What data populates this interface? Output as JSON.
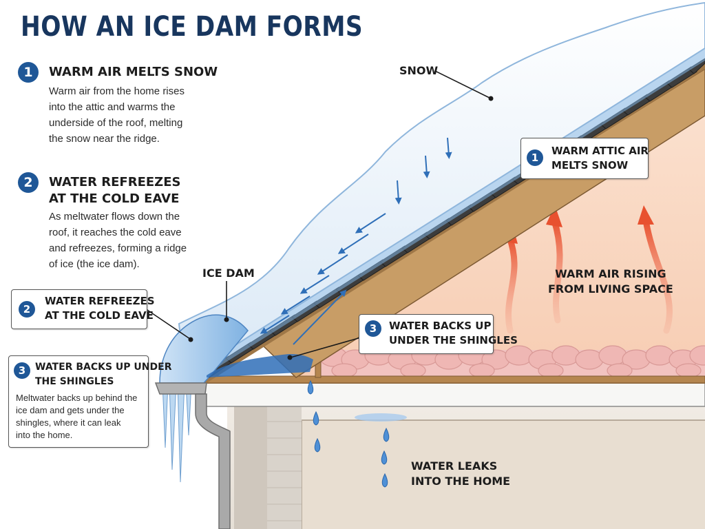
{
  "title": "HOW AN ICE DAM FORMS",
  "steps": [
    {
      "number": "1",
      "heading": [
        "WARM AIR MELTS SNOW"
      ],
      "body": [
        "Warm air from the home rises",
        "into the attic and warms the",
        "underside of the roof, melting",
        "the snow near the ridge."
      ]
    },
    {
      "number": "2",
      "heading": [
        "WATER REFREEZES",
        "AT THE COLD EAVE"
      ],
      "body": [
        "As meltwater flows down the",
        "roof, it reaches the cold eave",
        "and refreezes, forming a ridge",
        "of ice (the ice dam)."
      ]
    }
  ],
  "callouts": {
    "attic": {
      "number": "1",
      "heading": [
        "WARM ATTIC AIR",
        "MELTS SNOW"
      ]
    },
    "refreeze": {
      "number": "2",
      "heading": [
        "WATER REFREEZES",
        "AT THE COLD EAVE"
      ]
    },
    "backup_center": {
      "number": "3",
      "heading": [
        "WATER BACKS UP",
        "UNDER THE SHINGLES"
      ]
    },
    "backup_left": {
      "number": "3",
      "heading": [
        "WATER BACKS UP UNDER",
        "THE SHINGLES"
      ],
      "body": [
        "Meltwater backs up behind the",
        "ice dam and gets under the",
        "shingles, where it can leak",
        "into the home."
      ]
    }
  },
  "labels": {
    "snow": "SNOW",
    "ice_dam": "ICE DAM",
    "warm_air": [
      "WARM AIR RISING",
      "FROM LIVING SPACE"
    ],
    "leak": [
      "WATER LEAKS",
      "INTO THE HOME"
    ]
  },
  "colors": {
    "title": "#18365e",
    "badge": "#1f5797",
    "wood": "#c49a63",
    "attic_glow": "#f9d9c4",
    "insulation": "#efb7b4",
    "ice": "#6fa6dc",
    "water": "#2f6fb8",
    "heat_arrow": "#ec6a48"
  }
}
